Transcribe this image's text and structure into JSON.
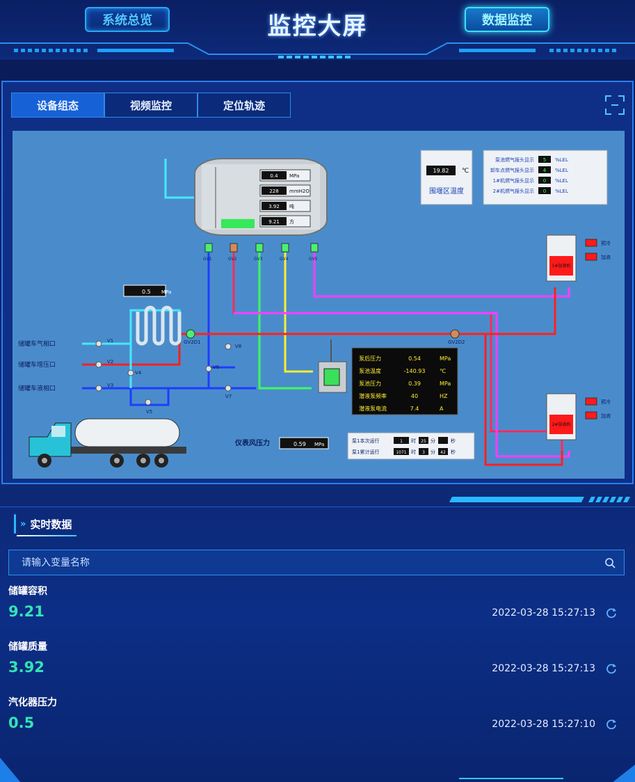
{
  "header": {
    "title": "监控大屏",
    "left_button": "系统总览",
    "right_button": "数据监控"
  },
  "tabs": [
    {
      "label": "设备组态"
    },
    {
      "label": "视频监控"
    },
    {
      "label": "定位轨迹"
    }
  ],
  "scada": {
    "tank_readings": [
      {
        "value": "0.4",
        "unit": "MPa"
      },
      {
        "value": "228",
        "unit": "mmH2O"
      },
      {
        "value": "3.92",
        "unit": "吨"
      },
      {
        "value": "9.21",
        "unit": "方"
      }
    ],
    "tank_level": 0.15,
    "area_temp": {
      "value": "19.82",
      "unit": "℃",
      "label": "围堰区温度"
    },
    "gas_detectors": [
      {
        "label": "泵池燃气报头显示",
        "value": "5",
        "unit": "%LEL"
      },
      {
        "label": "卸车点燃气报头显示",
        "value": "4",
        "unit": "%LEL"
      },
      {
        "label": "1#机燃气报头显示",
        "value": "0",
        "unit": "%LEL"
      },
      {
        "label": "2#机燃气报头显示",
        "value": "0",
        "unit": "%LEL"
      }
    ],
    "valves_top": [
      "GV1",
      "GV2",
      "GV3",
      "GV4",
      "GV5"
    ],
    "vaporizer_pressure": {
      "value": "0.5",
      "unit": "MPa"
    },
    "inlets": [
      "储罐车气相口",
      "储罐车增压口",
      "储罐车液相口"
    ],
    "valves_left": [
      "V1",
      "V2",
      "V4",
      "V3",
      "V5",
      "V6",
      "V7",
      "V8"
    ],
    "gv_labels": [
      "GV2D1",
      "GV2D2"
    ],
    "pump_panel": [
      {
        "label": "泵后压力",
        "value": "0.54",
        "unit": "MPa"
      },
      {
        "label": "泵池温度",
        "value": "-140.93",
        "unit": "℃"
      },
      {
        "label": "泵池压力",
        "value": "0.39",
        "unit": "MPa"
      },
      {
        "label": "潜液泵频率",
        "value": "40",
        "unit": "HZ"
      },
      {
        "label": "潜液泵电流",
        "value": "7.4",
        "unit": "A"
      }
    ],
    "instrument_air": {
      "label": "仪表风压力",
      "value": "0.59",
      "unit": "MPa"
    },
    "run_time": [
      {
        "label": "泵1本次运行",
        "hour_unit": "时",
        "h": "1",
        "min_unit": "分",
        "m": "25",
        "sec_unit": "秒"
      },
      {
        "label": "泵1累计运行",
        "h": "1071",
        "hour_unit": "时",
        "m": "3",
        "min_unit": "分",
        "s": "42",
        "sec_unit": "秒"
      }
    ],
    "dispensers": [
      {
        "label": "1#加液机",
        "btn1": "预冷",
        "btn2": "加液"
      },
      {
        "label": "2#加液机",
        "btn1": "预冷",
        "btn2": "加液"
      }
    ]
  },
  "realtime": {
    "title": "实时数据",
    "search_placeholder": "请输入变量名称",
    "items": [
      {
        "label": "储罐容积",
        "value": "9.21",
        "time": "2022-03-28 15:27:13"
      },
      {
        "label": "储罐质量",
        "value": "3.92",
        "time": "2022-03-28 15:27:13"
      },
      {
        "label": "汽化器压力",
        "value": "0.5",
        "time": "2022-03-28 15:27:10"
      }
    ]
  },
  "colors": {
    "accent": "#2aa9f0",
    "value_green": "#35e2b5",
    "scada_bg": "#4a8ccb"
  }
}
